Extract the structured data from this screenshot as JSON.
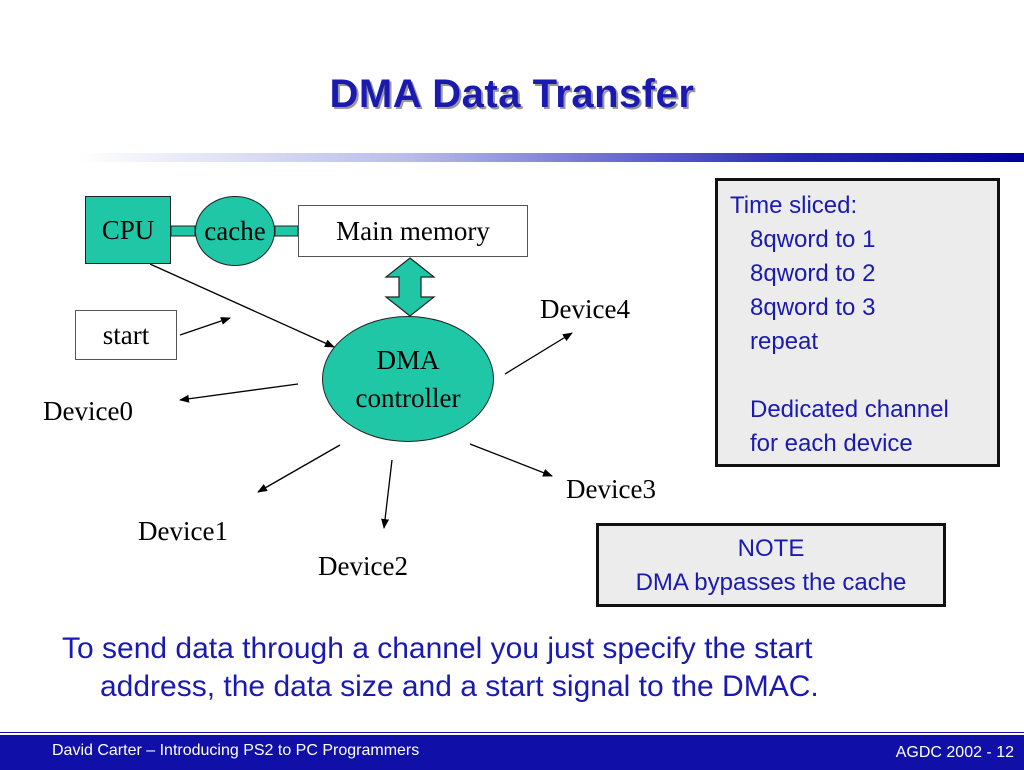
{
  "title": "DMA Data Transfer",
  "diagram": {
    "cpu": "CPU",
    "cache": "cache",
    "main_memory": "Main memory",
    "start": "start",
    "dma_line1": "DMA",
    "dma_line2": "controller",
    "devices": [
      "Device0",
      "Device1",
      "Device2",
      "Device3",
      "Device4"
    ],
    "fill_color": "#1fc7a6"
  },
  "time_sliced": {
    "heading": "Time sliced:",
    "lines": [
      "8qword to 1",
      "8qword to 2",
      "8qword to 3",
      "repeat"
    ],
    "dedicated_line1": "Dedicated channel",
    "dedicated_line2": "for each device"
  },
  "note": {
    "heading": "NOTE",
    "text": "DMA bypasses the cache"
  },
  "body": {
    "line1": "To send data through a channel you just specify the start",
    "line2": "address, the data size and a start signal to the DMAC."
  },
  "footer": {
    "left": "David Carter – Introducing PS2 to PC Programmers",
    "right": "AGDC 2002 - 12"
  },
  "colors": {
    "title": "#1a1ab0",
    "text_blue": "#1a1ab0",
    "footer_bg": "#1010a8",
    "panel_bg": "#ececec"
  }
}
